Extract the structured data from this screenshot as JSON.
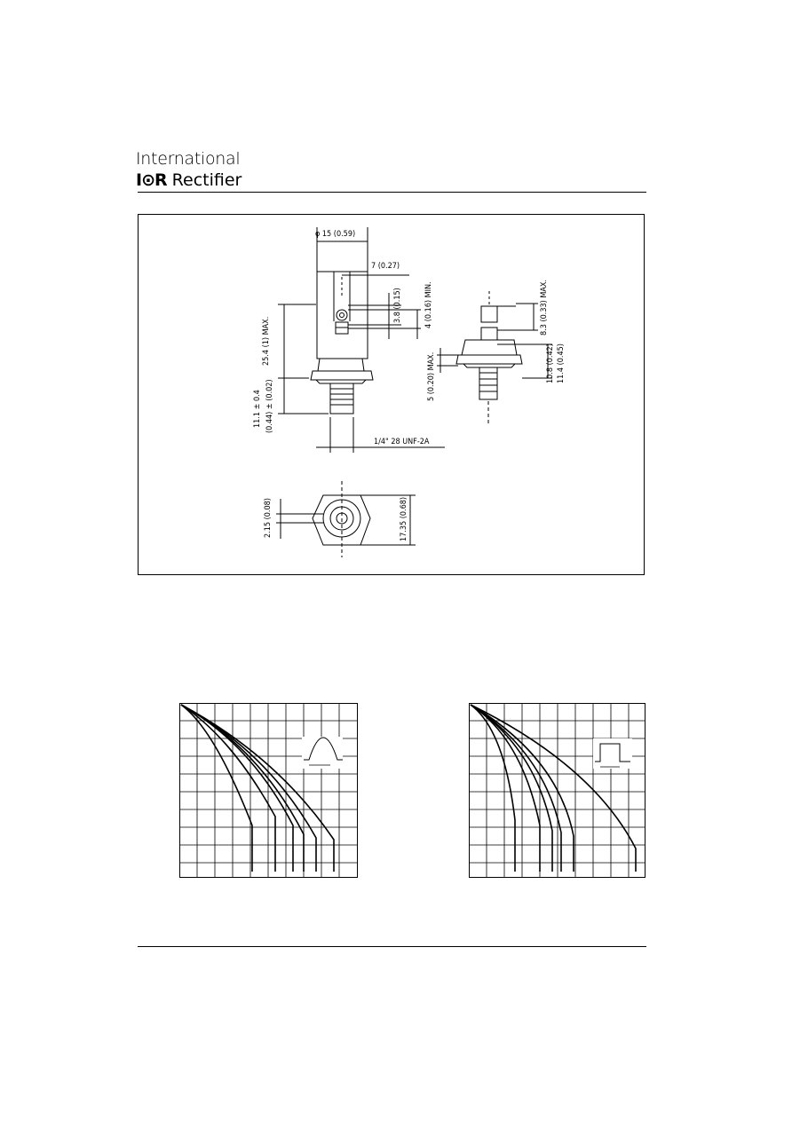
{
  "header": {
    "brand_line1": "International",
    "brand_logo": "I⊙R",
    "brand_line2": "Rectifier"
  },
  "outline_drawing": {
    "dims": {
      "body_dia": "φ 15 (0.59)",
      "lead_offset": "7 (0.27)",
      "hole_dia": "3.8 (0.15)",
      "lead_min": "4 (0.16) MIN.",
      "body_height": "25.4 (1) MAX.",
      "stud_length": "11.1 ± 0.4",
      "stud_tol": "(0.44) ± (0.02)",
      "thread": "1/4\" 28 UNF-2A",
      "flange_thk": "5 (0.20) MAX.",
      "top_lead": "8.3 (0.33) MAX.",
      "hex_height_a": "10.8 (0.42)",
      "hex_height_b": "11.4 (0.45)",
      "lead_width": "2.15 (0.08)",
      "hex_flats": "17.35 (0.68)"
    }
  },
  "charts": {
    "left": {
      "waveform_icon": "half-sine-conduction-icon"
    },
    "right": {
      "waveform_icon": "rectangular-conduction-icon"
    }
  }
}
